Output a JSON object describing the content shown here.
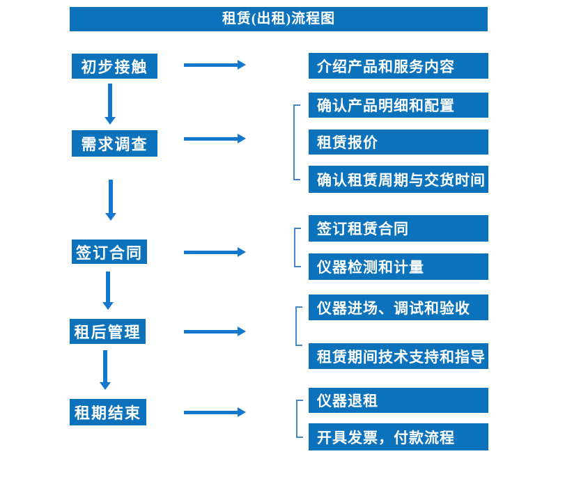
{
  "title": "租赁(出租)流程图",
  "colors": {
    "box_blue": "#0d72bc",
    "arrow_blue": "#1377cd",
    "bracket_blue": "#4585c4",
    "text_white": "#ffffff"
  },
  "steps": [
    {
      "label": "初步接触",
      "details": [
        "介绍产品和服务内容"
      ]
    },
    {
      "label": "需求调查",
      "details": [
        "确认产品明细和配置",
        "租赁报价",
        "确认租赁周期与交货时间"
      ]
    },
    {
      "label": "签订合同",
      "details": [
        "签订租赁合同",
        "仪器检测和计量"
      ]
    },
    {
      "label": "租后管理",
      "details": [
        "仪器进场、调试和验收",
        "租赁期间技术支持和指导"
      ]
    },
    {
      "label": "租期结束",
      "details": [
        "仪器退租",
        "开具发票，付款流程"
      ]
    }
  ]
}
